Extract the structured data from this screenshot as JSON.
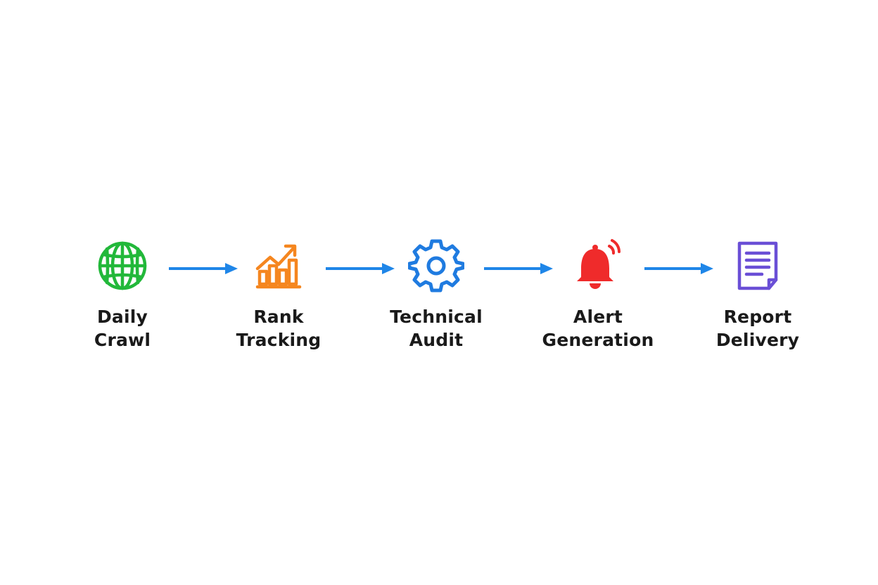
{
  "colors": {
    "arrow": "#1f86e8",
    "crawl": "#22b83a",
    "tracking": "#f5861f",
    "audit": "#1f7be0",
    "alert": "#ef2b2b",
    "report": "#6a4fd6",
    "label": "#1a1a1a"
  },
  "steps": [
    {
      "icon": "globe-icon",
      "line1": "Daily",
      "line2": "Crawl"
    },
    {
      "icon": "growth-chart-icon",
      "line1": "Rank",
      "line2": "Tracking"
    },
    {
      "icon": "gear-icon",
      "line1": "Technical",
      "line2": "Audit"
    },
    {
      "icon": "bell-alert-icon",
      "line1": "Alert",
      "line2": "Generation"
    },
    {
      "icon": "document-icon",
      "line1": "Report",
      "line2": "Delivery"
    }
  ]
}
